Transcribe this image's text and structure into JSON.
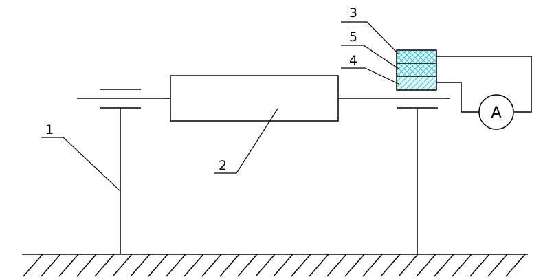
{
  "labels": {
    "support": "1",
    "rod": "2",
    "layer_top": "3",
    "layer_bottom": "4",
    "layer_middle": "5"
  },
  "ammeter": {
    "symbol": "A"
  },
  "colors": {
    "line": "#000000",
    "hatch_fill": "#dff7f9",
    "hatch_stroke": "#33c0cc"
  }
}
